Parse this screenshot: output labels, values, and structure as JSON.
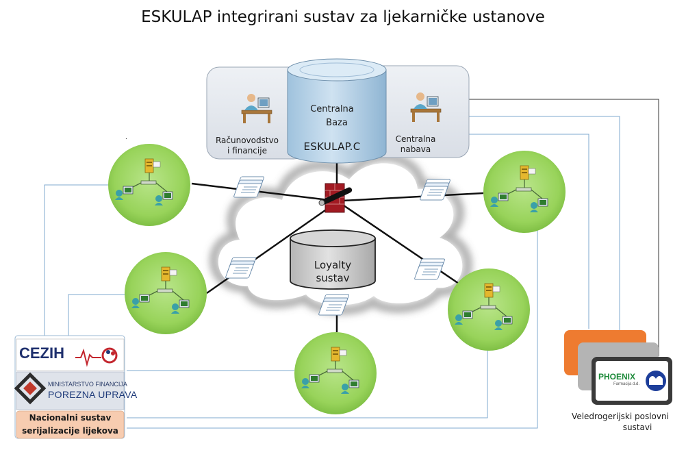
{
  "title": "ESKULAP integrirani sustav za ljekarničke ustanove",
  "central": {
    "left_box_label_line1": "Računovodstvo",
    "left_box_label_line2": "i financije",
    "db_label_line1": "Centralna",
    "db_label_line2": "Baza",
    "db_name": "ESKULAP.C",
    "right_box_label_line1": "Centralna",
    "right_box_label_line2": "nabava"
  },
  "loyalty": {
    "line1": "Loyalty",
    "line2": "sustav"
  },
  "left_systems": {
    "cezih": "CEZIH",
    "ministry": "MINISTARSTVO FINANCIJA",
    "porezna": "POREZNA UPRAVA",
    "nacionalni_line1": "Nacionalni sustav",
    "nacionalni_line2": "serijalizacije lijekova"
  },
  "wholesale": {
    "phoenix": "PHOENIX",
    "phoenix_sub": "Farmacija d.d.",
    "label_line1": "Veledrogerijski  poslovni",
    "label_line2": "sustavi"
  },
  "stray_mark": ".",
  "colors": {
    "node_green": "#9ad35a",
    "node_green_dark": "#6fb43a",
    "db_blue": "#b8d3e8",
    "box_gray": "#e4e8ee",
    "firewall_red": "#a11a22",
    "orange": "#ee7b30",
    "line_blue": "#5b9bc9",
    "nac_bg": "#f7ccb0"
  },
  "icons": [
    "desktop-user-icon",
    "server-icon",
    "workstation-icon",
    "document-stack-icon",
    "firewall-icon",
    "cloud-icon",
    "database-icon"
  ]
}
